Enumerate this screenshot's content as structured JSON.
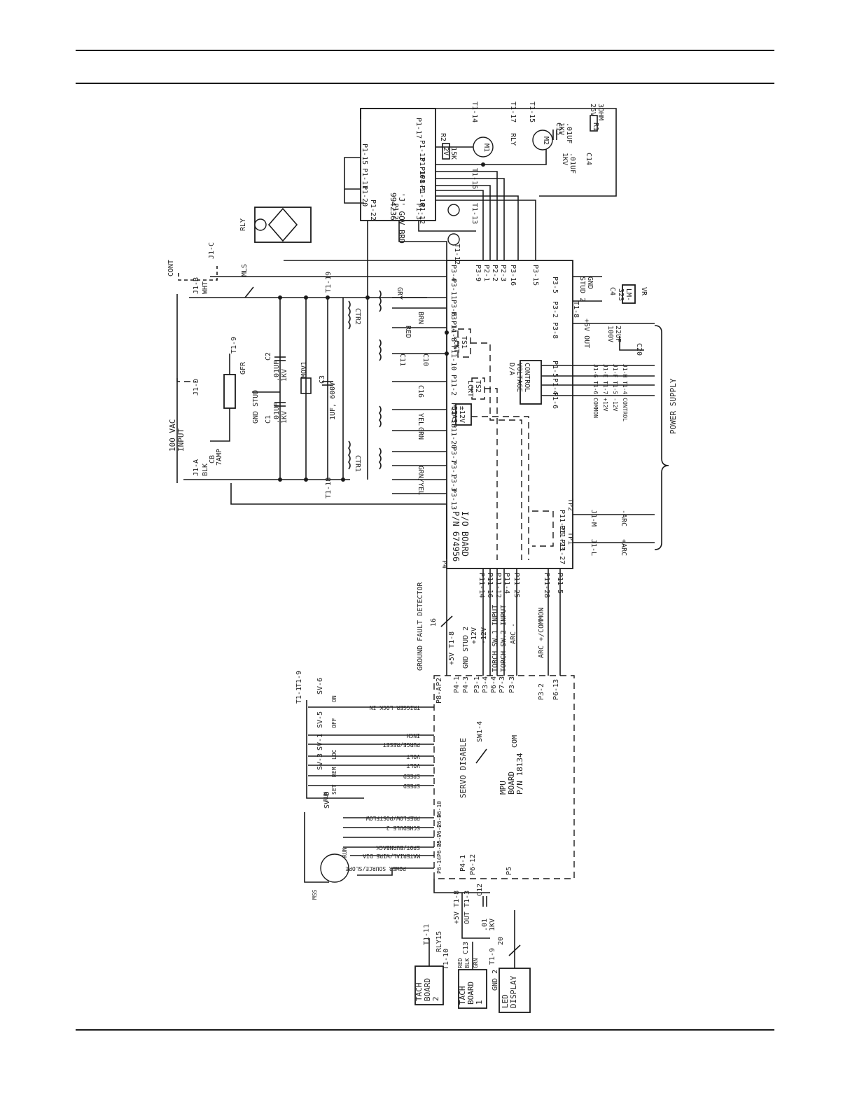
{
  "labels": {
    "input": "100 VAC\nINPUT",
    "j1a": "J1-A",
    "blk": "BLK",
    "cb": "CB",
    "cb_rating": "7AMP",
    "j1d": "J1-D",
    "j1b": "J1-B",
    "wht": "WHT",
    "cont": "CONT",
    "j1c": "J1-C",
    "gfr": "GFR",
    "t1_9": "T1-9",
    "gnd_stud": "GND STUD",
    "c1": "C1",
    "c1_val": ".01UF\n1KV",
    "c2": "C2",
    "c2_val": ".01UF\n1KV",
    "mov1": "MOV1",
    "c3": "C3",
    "c3_val": "1UF, 600V",
    "mls": "MLS",
    "t1_19": "T1-19",
    "t1_18": "T1-18",
    "rly_top": "RLY",
    "p1_22": "P1-22",
    "p1_2": "P1-2",
    "p1_3": "P1-3",
    "p1_20": "P1-20",
    "p1_11": "P1-11",
    "p1_15": "P1-15",
    "p1_17": "P1-17",
    "p1_12": "P1-12",
    "p1_10": "P1-10",
    "p1_1": "P1-1",
    "p1_8": "P1-8",
    "p1_16": "P1-16",
    "p1_13": "P1-13",
    "gov_brd": "'J' GOV BRD\n994236",
    "r2": "R2",
    "r2_val": "15K\n2V",
    "t1_14": "T1-14",
    "t1_17": "T1-17",
    "t1_15": "T1-15",
    "c15": "C15",
    "c15_val": ".01UF\n1KV",
    "r1": "R1",
    "r1_val": "3OHM\n25V",
    "c14": "C14",
    "c14_val": ".01UF\n1KV",
    "t1_16": "T1-16",
    "t1_11": "T1-11",
    "t1_12": "T1-12",
    "t1_13": "T1-13",
    "m1": "M1",
    "m2": "M2",
    "rly_mid": "RLY",
    "p3_9": "P3-9",
    "p2_1": "P2-1",
    "p2_2": "P2-2",
    "p2_3": "P2-3",
    "p3_16": "P3-16",
    "p3_15": "P3-15",
    "p3_4": "P3-4",
    "p3_11": "P3-11",
    "p3_6": "P3-6",
    "p3_14": "P3-14",
    "p3_5": "P3-5",
    "p3_2": "P3-2",
    "p3_8": "P3-8",
    "p3_7": "P3-7",
    "p3_1": "P3-1",
    "p3_3": "P3-3",
    "p3_13": "P3-13",
    "t1_8": "T1-8",
    "gnd_stud2": "GND\nSTUD 2",
    "c4": "C4",
    "lm": "LM-\n323",
    "vr": "VR",
    "out_5v": "+5V OUT",
    "c20": "C20",
    "c20_val": "22UF\n100V",
    "ctr2": "CTR2",
    "ctr1": "CTR1",
    "brn": "BRN",
    "gry": "GRY",
    "red": "RED",
    "grn": "GRN",
    "yel": "YEL",
    "grn_yel": "GRN/YEL",
    "ts1": "TS1\nLCKT",
    "ts2": "TS2\nLCKT",
    "bias": "±12V\nBIAS",
    "c10": "C10",
    "c11": "C11",
    "c16": "C16",
    "p11_8": "P11-8",
    "p11_10": "P11-10",
    "p11_2": "P11-2",
    "p11_18": "P11-18",
    "p11_20": "P11-20",
    "p11_26": "P11-26",
    "p11_23": "P11-23",
    "p11_27": "P11-27",
    "tp1": "TP1",
    "tp2": "TP2",
    "control_voltage": "CONTROL\nVOLTAGE\nD/A",
    "p1_5": "P1-5",
    "p1_4": "P1-4",
    "p1_6": "P1-6",
    "ctl_common": "J1-G  T1-6 COMMON",
    "ctl_p12": "J1-E  T1-7 +12V",
    "ctl_m12": "J1-F  T1-5 -12V",
    "ctl_control": "J1-H  T1-4 CONTROL",
    "j1m": "J1-M",
    "j1l": "J1-L",
    "minus_arc": "-ARC",
    "plus_arc": "+ARC",
    "power_supply": "POWER SUPPLY",
    "io_board": "I/O BOARD\nP/N 674956",
    "p4": "P4",
    "p11_14": "P11-14",
    "p11_16": "P11-16",
    "p11_12": "P11-12",
    "p11_4": "P11-4",
    "p11_25": "P11-25",
    "p11_28": "P11-28",
    "p11_5": "P11-5",
    "gfd": "GROUND FAULT DETECTOR",
    "wire16": "16",
    "plus5v_t18": "+5V T1-8",
    "gnd_stud_2": "GND STUD 2",
    "plus12v": "+12V",
    "minus12v": "-12V",
    "torch_sw1": "TORCH SW.1 INPUT",
    "torch_sw2": "TORCH SW.2 INPUT",
    "arc_minus": "ARC -",
    "arc_common": "ARC +/COMMON",
    "p2": "P2",
    "p8a": "P8-A",
    "p4_1": "P4-1",
    "p4_3": "P4-3",
    "p3_1b": "P3-1",
    "p3_4b": "P3-4",
    "p6_4": "P6-4",
    "p7_3": "P7-3",
    "p3_3b": "P3-3",
    "p3_2b": "P3-2",
    "p6_13": "P6-13",
    "trigger": "TRIGGER LOCK-IN",
    "inch": "INCH",
    "purge": "PURGE/RESET",
    "volt1": "VOLT",
    "volt2": "VOLT",
    "speed1": "SPEED",
    "speed2": "SPEED",
    "sv6": "SV-6",
    "sv5": "SV-5",
    "sv1": "SV-1",
    "sv3": "SV-3",
    "sv8": "SV-8",
    "t1_9b": "T1-9",
    "t1_1": "T1-1",
    "on": "ON",
    "off": "OFF",
    "run": "RUN",
    "set": "SET",
    "rem": "REM",
    "loc": "LOC",
    "servo": "SERVO DISABLE",
    "sw14": "SW1-4",
    "com": "COM",
    "mpu_board": "MPU\nBOARD\nP/N 18134",
    "preflow": "PREFLOW/POSTFLOW",
    "schedule": "SCHEDULE 2",
    "spot": "SPOT/BURNBACK",
    "material": "MATERIAL/WIRE DIA",
    "power_source": "POWER SOURCE/SLOPE",
    "mss": "MSS",
    "mss_run": "RUN",
    "p6_10": "P6-10",
    "p6_9": "P6-9",
    "p6_2": "P6-2",
    "p6_7": "P6-7",
    "p6_15": "P6-15",
    "p6_14": "P6-14",
    "p4_1b": "P4-1",
    "p6_12": "P6-12",
    "p5": "P5",
    "plus5v": "+5V T1-8",
    "out": "OUT T1-3",
    "c12": "C12",
    "c12_val": ".01\n1KV",
    "c13": "C13",
    "rly15": "RLY15",
    "tach2": "TACH\nBOARD\n2",
    "tach1": "TACH\nBOARD\n1",
    "t1_10": "T1-10",
    "t1_11b": "T1-11",
    "t1_9c": "T1-9",
    "red2": "RED",
    "blk2": "BLK",
    "grn2": "GRN",
    "gnd2": "GND 2",
    "wire20": "20",
    "led": "LED\nDISPLAY"
  }
}
